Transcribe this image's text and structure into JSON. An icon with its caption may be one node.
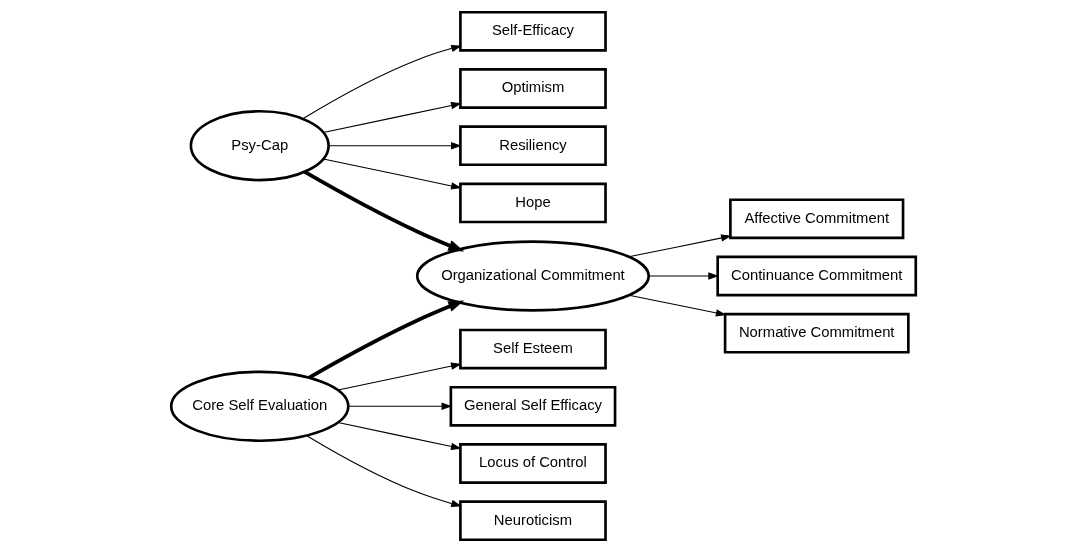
{
  "diagram": {
    "nodes": [
      {
        "text": [
          "Self-Efficacy"
        ]
      },
      {
        "text": [
          "Optimism"
        ]
      },
      {
        "text": [
          "Resiliency"
        ]
      },
      {
        "text": [
          "Hope"
        ]
      },
      {
        "text": [
          "Psy-Cap"
        ]
      },
      {
        "text": [
          "Organizational Commitment"
        ]
      },
      {
        "text": [
          "Affective Commitment"
        ]
      },
      {
        "text": [
          "Continuance Commitment"
        ]
      },
      {
        "text": [
          "Normative Commitment"
        ]
      },
      {
        "text": [
          "Core Self Evaluation"
        ]
      },
      {
        "text": [
          "Self Esteem"
        ]
      },
      {
        "text": [
          "General Self Efficacy"
        ]
      },
      {
        "text": [
          "Locus of Control"
        ]
      },
      {
        "text": [
          "Neuroticism"
        ]
      }
    ],
    "edges": [
      {
        "from": 4,
        "to": 0,
        "arrow": "to"
      },
      {
        "from": 4,
        "to": 1,
        "arrow": "to"
      },
      {
        "from": 4,
        "to": 2,
        "arrow": "to"
      },
      {
        "from": 4,
        "to": 3,
        "arrow": "to"
      },
      {
        "from": 4,
        "to": 5,
        "arrow": "to",
        "style": "thick"
      },
      {
        "from": 5,
        "to": 6,
        "arrow": "to"
      },
      {
        "from": 5,
        "to": 7,
        "arrow": "to"
      },
      {
        "from": 5,
        "to": 8,
        "arrow": "to"
      },
      {
        "from": 9,
        "to": 5,
        "arrow": "to",
        "style": "thick"
      },
      {
        "from": 9,
        "to": 10,
        "arrow": "to"
      },
      {
        "from": 9,
        "to": 11,
        "arrow": "to"
      },
      {
        "from": 9,
        "to": 12,
        "arrow": "to"
      },
      {
        "from": 9,
        "to": 13,
        "arrow": "to"
      }
    ]
  }
}
